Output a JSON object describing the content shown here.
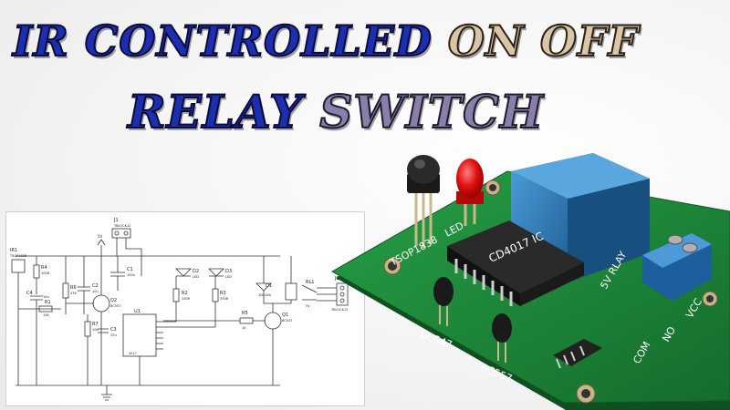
{
  "title": {
    "line1_part1": "IR CONTROLLED",
    "line1_part2": "ON OFF",
    "line2_part1": "RELAY",
    "line2_part2": "SWITCH"
  },
  "schematic": {
    "labels": {
      "ir1": "IR1",
      "ir1_part": "TSOP1838",
      "j1": "J1",
      "j1_part": "TBLOCK-I2",
      "r4": "R4",
      "r4_val": "100R",
      "r1": "R1",
      "r1_val": "10K",
      "c4": "C4",
      "c4_val": "10u",
      "r6": "R6",
      "r6_val": "47K",
      "c2": "C2",
      "c2_val": "10u",
      "q2": "Q2",
      "q2_part": "BC557",
      "r7": "R7",
      "r7_val": "10K",
      "c3": "C3",
      "c3_val": "22u",
      "c1": "C1",
      "c1_val": "100u",
      "u1": "U1",
      "u1_part": "4017",
      "d2": "D2",
      "d2_part": "LED",
      "d3": "D3",
      "d3_part": "LED",
      "r2": "R2",
      "r2_val": "330R",
      "r3": "R3",
      "r3_val": "330R",
      "d1": "D1",
      "d1_part": "1N4148",
      "rl1": "RL1",
      "rl1_val": "5V",
      "r5": "R5",
      "r5_val": "1K",
      "q1": "Q1",
      "q1_part": "BC547",
      "j2": "J2",
      "j2_part": "TBLOCK-I3",
      "vcc": "5V"
    }
  },
  "pcb": {
    "labels": {
      "tsop": "TSOP1838",
      "led": "LED",
      "ic": "CD4017 IC",
      "relay": "5V RLAY",
      "bc547": "BC547",
      "bc557": "BC557",
      "com": "COM",
      "no": "NO",
      "vcc": "VCC"
    },
    "colors": {
      "board": "#1f8a3a",
      "relay": "#2b7fc1",
      "terminal": "#2e7fc4",
      "led": "#e01010"
    }
  }
}
